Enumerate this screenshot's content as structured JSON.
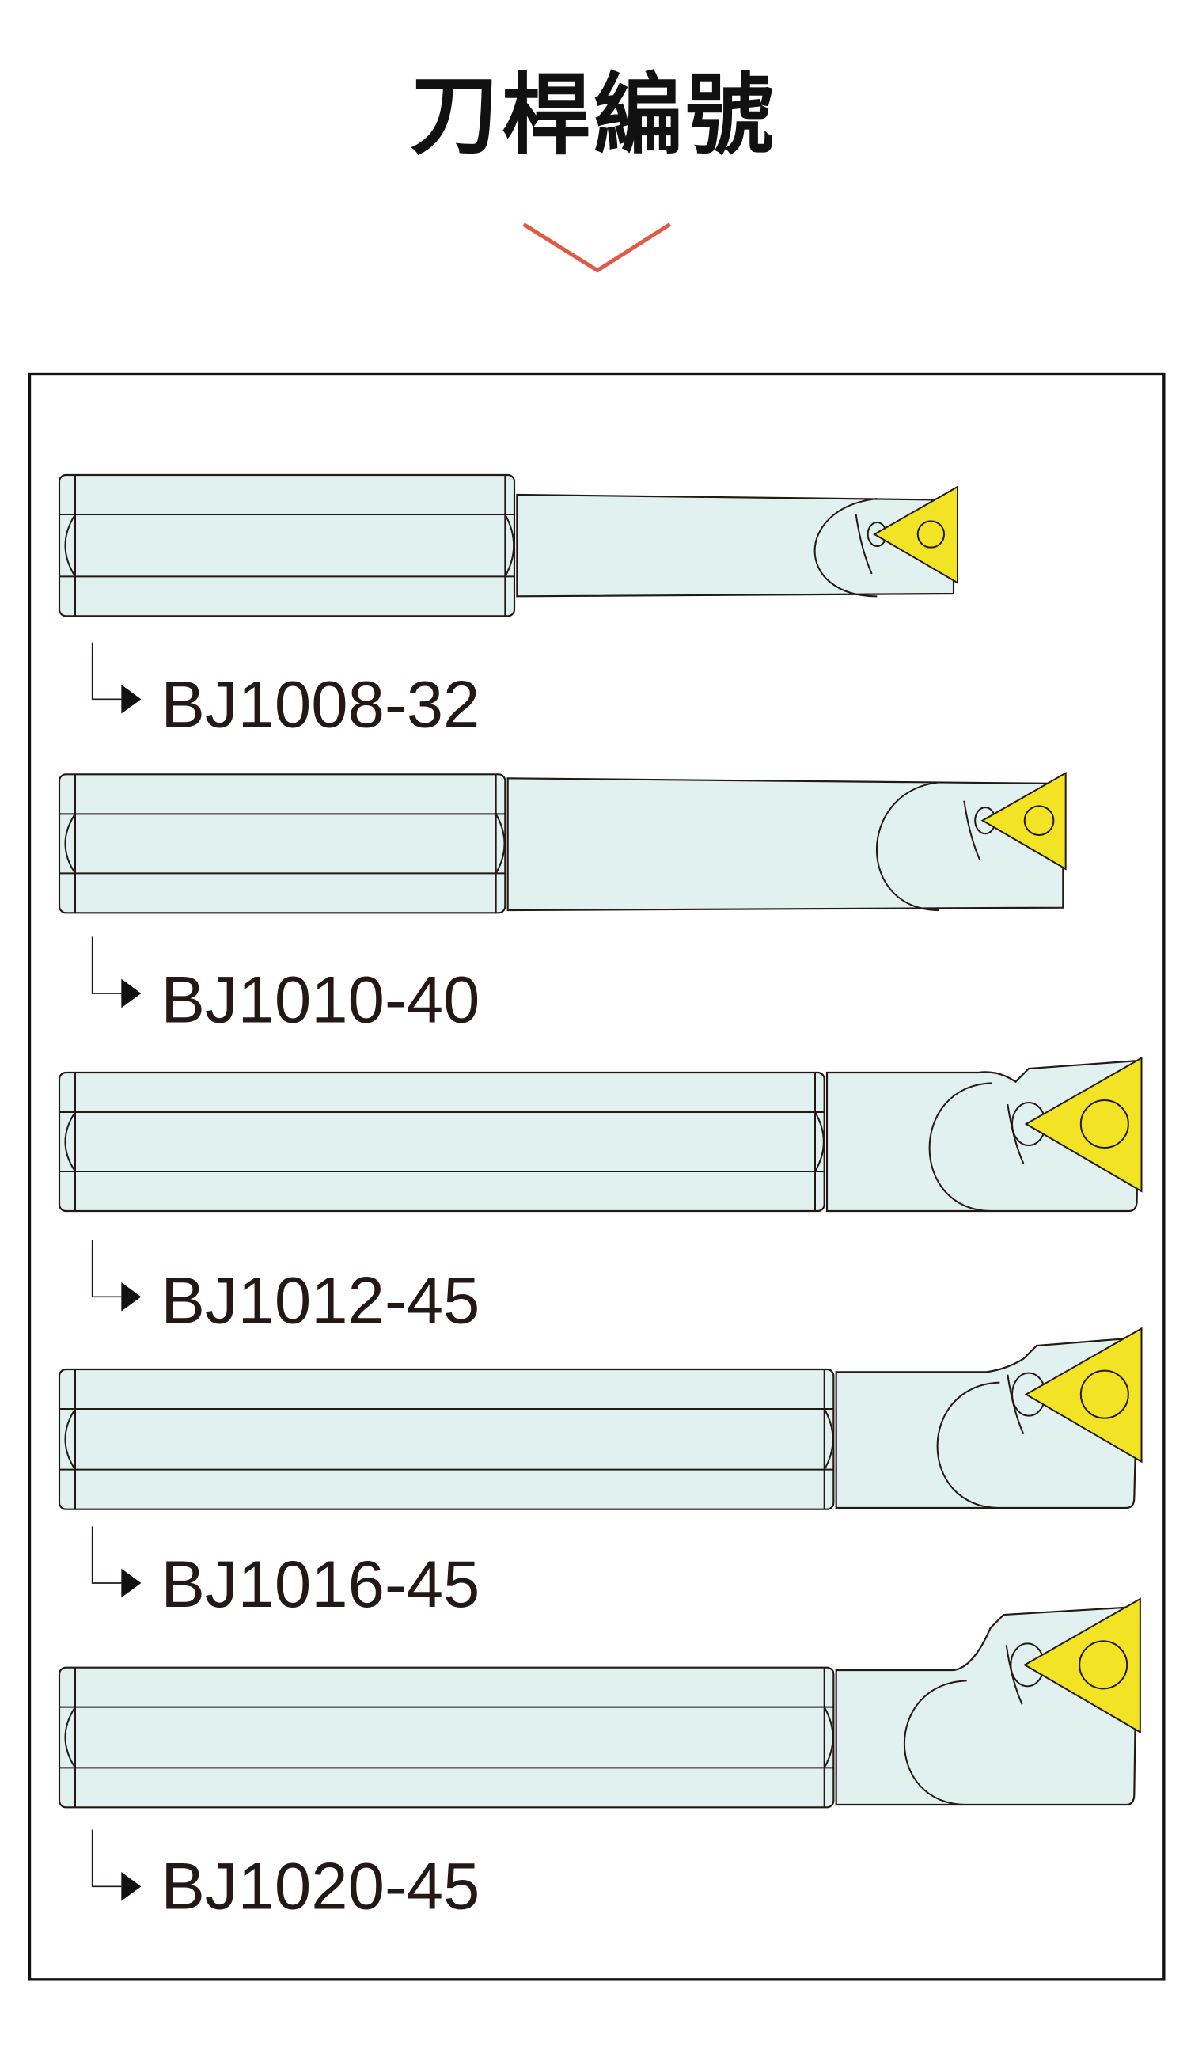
{
  "header": {
    "title": "刀桿編號"
  },
  "colors": {
    "accent": "#e05a47",
    "body": "#e1f1f0",
    "insert": "#f2e324",
    "outline": "#231815"
  },
  "tools": [
    {
      "model": "BJ1008-32"
    },
    {
      "model": "BJ1010-40"
    },
    {
      "model": "BJ1012-45"
    },
    {
      "model": "BJ1016-45"
    },
    {
      "model": "BJ1020-45"
    }
  ]
}
